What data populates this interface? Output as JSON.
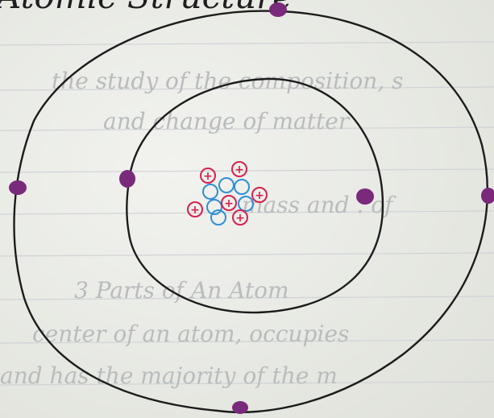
{
  "notebook": {
    "title": "Atomic Structure",
    "faded_lines": [
      "the study of the composition, s",
      "and change of matter",
      "mass and . of",
      "3 Parts of An Atom",
      "center of an atom, occupies",
      "and has the majority of the m"
    ]
  },
  "drawing": {
    "subject": "Bohr model atom sketch",
    "ink": "#1c1c1c",
    "electron_color": "#7a2a7a",
    "proton_color": "#d8204e",
    "neutron_color": "#2f8fd6",
    "shells": [
      {
        "name": "inner-shell",
        "electrons": 2
      },
      {
        "name": "outer-shell",
        "electrons": 4
      }
    ],
    "nucleus": {
      "protons": 6,
      "neutrons": 6,
      "proton_symbol": "+"
    }
  }
}
